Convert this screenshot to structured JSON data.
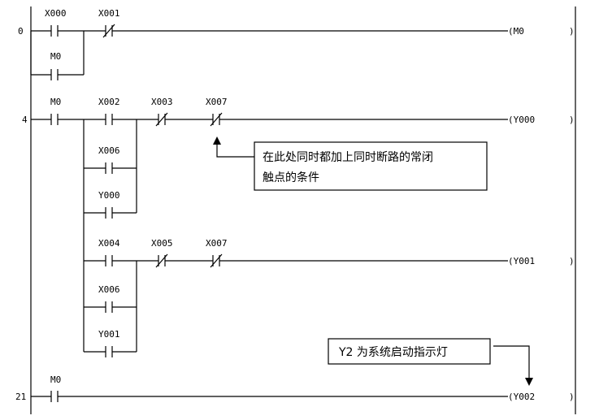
{
  "rungs": [
    {
      "step": "0",
      "contacts": [
        {
          "label": "X000",
          "type": "no"
        },
        {
          "label": "X001",
          "type": "nc"
        },
        {
          "label": "M0",
          "type": "no"
        }
      ],
      "coil": "(M0"
    },
    {
      "step": "4",
      "contacts": [
        {
          "label": "M0",
          "type": "no"
        },
        {
          "label": "X002",
          "type": "no"
        },
        {
          "label": "X003",
          "type": "nc"
        },
        {
          "label": "X007",
          "type": "nc"
        },
        {
          "label": "X006",
          "type": "no"
        },
        {
          "label": "Y000",
          "type": "no"
        }
      ],
      "coil": "(Y000",
      "branch_contacts": [
        {
          "label": "X004",
          "type": "no"
        },
        {
          "label": "X005",
          "type": "nc"
        },
        {
          "label": "X007",
          "type": "nc"
        },
        {
          "label": "X006",
          "type": "no"
        },
        {
          "label": "Y001",
          "type": "no"
        }
      ],
      "branch_coil": "(Y001"
    },
    {
      "step": "21",
      "contacts": [
        {
          "label": "M0",
          "type": "no"
        }
      ],
      "coil": "(Y002"
    }
  ],
  "coil_close": ")",
  "annotations": {
    "interlock_note_line1": "在此处同时都加上同时断路的常闭",
    "interlock_note_line2": "触点的条件",
    "indicator_note": "Y2 为系统启动指示灯"
  }
}
